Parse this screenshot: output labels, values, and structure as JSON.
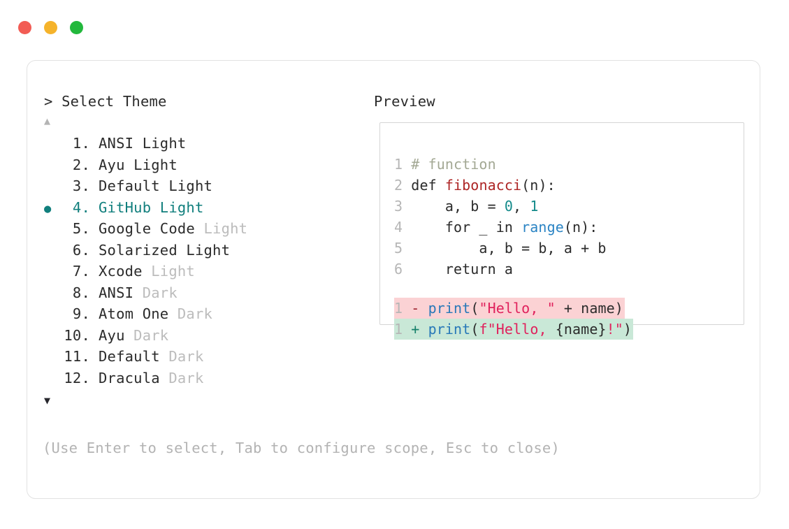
{
  "window": {
    "traffic_lights": [
      {
        "name": "close",
        "color": "#f25c54"
      },
      {
        "name": "minimize",
        "color": "#f5b32b"
      },
      {
        "name": "maximize",
        "color": "#22b83c"
      }
    ]
  },
  "prompt": {
    "marker": ">",
    "title": "Select Theme",
    "header_text": "> Select Theme"
  },
  "scroll": {
    "up_arrow": "▲",
    "down_arrow": "▼"
  },
  "themes": {
    "selected_index": 4,
    "bullet": "●",
    "items": [
      {
        "number": "1.",
        "name": "ANSI",
        "suffix": "Light",
        "suffix_dim": false,
        "selected": false
      },
      {
        "number": "2.",
        "name": "Ayu",
        "suffix": "Light",
        "suffix_dim": false,
        "selected": false
      },
      {
        "number": "3.",
        "name": "Default",
        "suffix": "Light",
        "suffix_dim": false,
        "selected": false
      },
      {
        "number": "4.",
        "name": "GitHub",
        "suffix": "Light",
        "suffix_dim": false,
        "selected": true
      },
      {
        "number": "5.",
        "name": "Google Code",
        "suffix": "Light",
        "suffix_dim": true,
        "selected": false
      },
      {
        "number": "6.",
        "name": "Solarized",
        "suffix": "Light",
        "suffix_dim": false,
        "selected": false
      },
      {
        "number": "7.",
        "name": "Xcode",
        "suffix": "Light",
        "suffix_dim": true,
        "selected": false
      },
      {
        "number": "8.",
        "name": "ANSI",
        "suffix": "Dark",
        "suffix_dim": true,
        "selected": false
      },
      {
        "number": "9.",
        "name": "Atom One",
        "suffix": "Dark",
        "suffix_dim": true,
        "selected": false
      },
      {
        "number": "10.",
        "name": "Ayu",
        "suffix": "Dark",
        "suffix_dim": true,
        "selected": false
      },
      {
        "number": "11.",
        "name": "Default",
        "suffix": "Dark",
        "suffix_dim": true,
        "selected": false
      },
      {
        "number": "12.",
        "name": "Dracula",
        "suffix": "Dark",
        "suffix_dim": true,
        "selected": false
      }
    ]
  },
  "preview": {
    "title": "Preview",
    "code_lines": [
      {
        "ln": "1",
        "tokens": [
          {
            "t": "# function",
            "c": "comment"
          }
        ]
      },
      {
        "ln": "2",
        "tokens": [
          {
            "t": "def ",
            "c": "plain"
          },
          {
            "t": "fibonacci",
            "c": "func"
          },
          {
            "t": "(n):",
            "c": "plain"
          }
        ]
      },
      {
        "ln": "3",
        "tokens": [
          {
            "t": "    a, b = ",
            "c": "plain"
          },
          {
            "t": "0",
            "c": "num"
          },
          {
            "t": ", ",
            "c": "plain"
          },
          {
            "t": "1",
            "c": "num"
          }
        ]
      },
      {
        "ln": "4",
        "tokens": [
          {
            "t": "    for _ in ",
            "c": "plain"
          },
          {
            "t": "range",
            "c": "builtin"
          },
          {
            "t": "(n):",
            "c": "plain"
          }
        ]
      },
      {
        "ln": "5",
        "tokens": [
          {
            "t": "        a, b = b, a + b",
            "c": "plain"
          }
        ]
      },
      {
        "ln": "6",
        "tokens": [
          {
            "t": "    return a",
            "c": "plain"
          }
        ]
      }
    ],
    "diff_lines": [
      {
        "ln": "1",
        "kind": "del",
        "marker": "-",
        "tokens": [
          {
            "t": "print",
            "c": "blue"
          },
          {
            "t": "(",
            "c": "plain"
          },
          {
            "t": "\"Hello, \"",
            "c": "string"
          },
          {
            "t": " + name)",
            "c": "plain"
          }
        ]
      },
      {
        "ln": "1",
        "kind": "add",
        "marker": "+",
        "tokens": [
          {
            "t": "print",
            "c": "blue"
          },
          {
            "t": "(",
            "c": "plain"
          },
          {
            "t": "f\"Hello, ",
            "c": "string"
          },
          {
            "t": "{name}",
            "c": "plain"
          },
          {
            "t": "!\"",
            "c": "string"
          },
          {
            "t": ")",
            "c": "plain"
          }
        ]
      }
    ]
  },
  "footer": {
    "hint": "(Use Enter to select, Tab to configure scope, Esc to close)"
  },
  "colors": {
    "accent_teal": "#117f7d",
    "diff_del_bg": "#fbd2d4",
    "diff_add_bg": "#c9e8d7",
    "dim_text": "#bcbcbc",
    "border": "#e2e2e2"
  }
}
